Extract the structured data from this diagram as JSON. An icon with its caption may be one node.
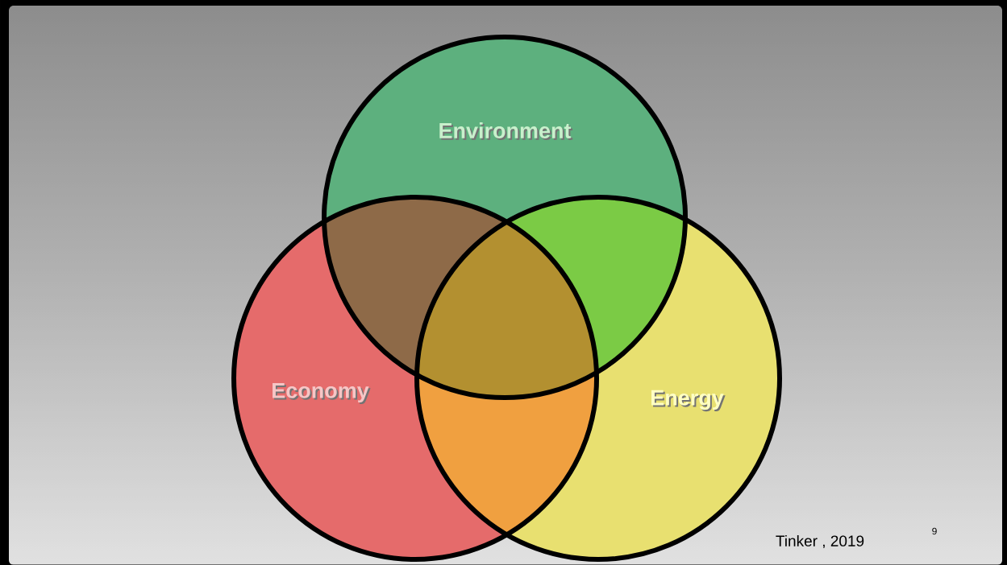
{
  "diagram": {
    "nodes": [
      {
        "text": [
          "Environment"
        ]
      },
      {
        "text": [
          "Economy"
        ]
      },
      {
        "text": [
          "Energy"
        ]
      }
    ],
    "labels": [
      "Tinker , 2019",
      "9"
    ]
  }
}
